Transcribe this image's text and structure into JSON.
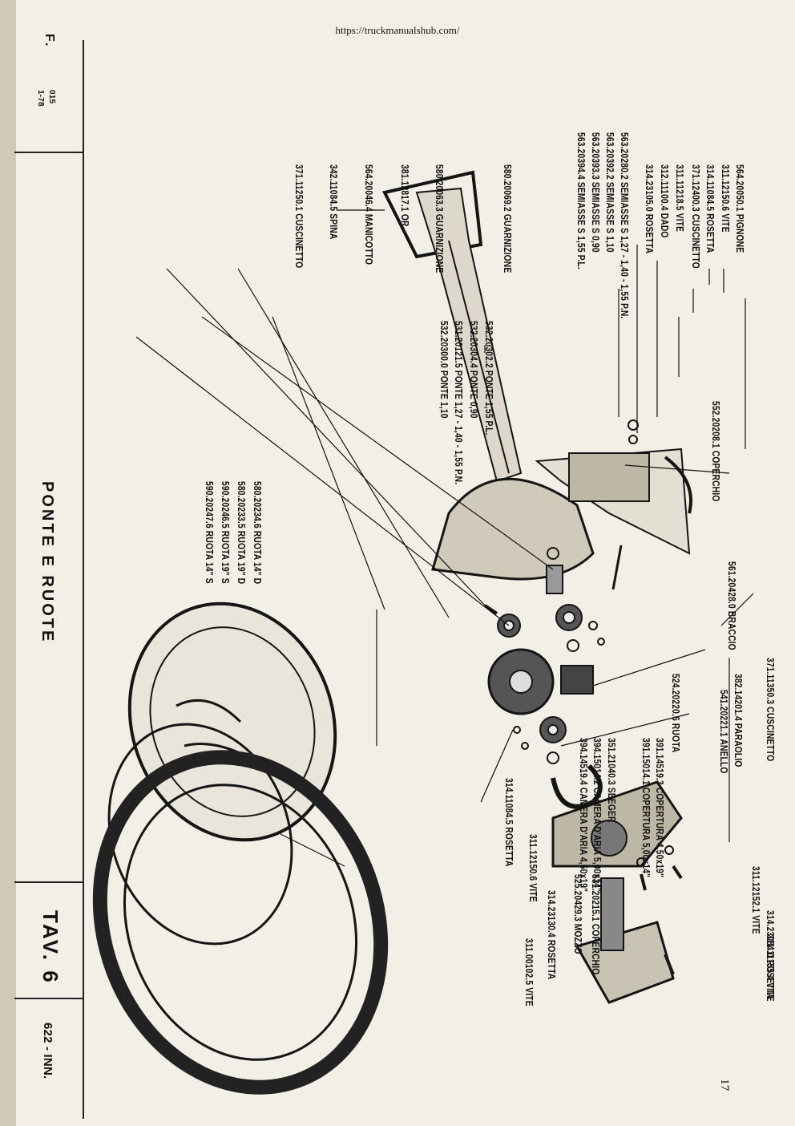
{
  "url": "https://truckmanualshub.com/",
  "page_number": "17",
  "title": "PONTE E RUOTE",
  "table": "TAV. 6",
  "model": "622 - INN.",
  "code_top": "015",
  "code_bottom": "1-78",
  "corner": "F.",
  "parts": [
    {
      "code": "564.20050.1",
      "name": "PIGNONE"
    },
    {
      "code": "311.12150.6",
      "name": "VITE"
    },
    {
      "code": "314.11084.5",
      "name": "ROSETTA"
    },
    {
      "code": "371.12400.3",
      "name": "CUSCINETTO"
    },
    {
      "code": "311.11218.5",
      "name": "VITE"
    },
    {
      "code": "312.11100.4",
      "name": "DADO"
    },
    {
      "code": "314.23105.0",
      "name": "ROSETTA"
    },
    {
      "code": "563.20280.2",
      "name": "SEMIASSE S 1,27 - 1,40 - 1,55 P.N."
    },
    {
      "code": "563.20392.2",
      "name": "SEMIASSE S 1,10"
    },
    {
      "code": "563.20393.3",
      "name": "SEMIASSE S 0,90"
    },
    {
      "code": "563.20394.4",
      "name": "SEMIASSE S 1,55 P.L."
    },
    {
      "code": "580.20069.2",
      "name": "GUARNIZIONE"
    },
    {
      "code": "532.20302.2",
      "name": "PONTE 1,55 P.L."
    },
    {
      "code": "532.20304.4",
      "name": "PONTE 0,90"
    },
    {
      "code": "531.20121.5",
      "name": "PONTE 1,27 - 1,40 - 1,55 P.N."
    },
    {
      "code": "532.20300.0",
      "name": "PONTE 1,10"
    },
    {
      "code": "580.20063.3",
      "name": "GUARNIZIONE"
    },
    {
      "code": "381.12817.1",
      "name": "OR"
    },
    {
      "code": "564.20046.4",
      "name": "MANICOTTO"
    },
    {
      "code": "342.11084.5",
      "name": "SPINA"
    },
    {
      "code": "371.11250.1",
      "name": "CUSCINETTO"
    },
    {
      "code": "552.20208.1",
      "name": "COPERCHIO"
    },
    {
      "code": "561.20428.0",
      "name": "BRACCIO"
    },
    {
      "code": "580.20234.6",
      "name": "RUOTA 14\" D"
    },
    {
      "code": "580.20233.5",
      "name": "RUOTA 19\" D"
    },
    {
      "code": "590.20246.5",
      "name": "RUOTA 19\" S"
    },
    {
      "code": "590.20247.6",
      "name": "RUOTA 14\" S"
    },
    {
      "code": "371.11350.3",
      "name": "CUSCINETTO"
    },
    {
      "code": "382.14201.4",
      "name": "PARAOLIO"
    },
    {
      "code": "541.20221.1",
      "name": "ANELLO"
    },
    {
      "code": "524.20220.6",
      "name": "RUOTA"
    },
    {
      "code": "391.14519.3",
      "name": "COPERTURA 4,50x19\""
    },
    {
      "code": "391.15014.1",
      "name": "COPERTURA 5,00x14\""
    },
    {
      "code": "351.21040.3",
      "name": "SEEGER"
    },
    {
      "code": "394.15014.2",
      "name": "CAMERA D'ARIA 5,00x14\""
    },
    {
      "code": "394.14519.4",
      "name": "CAMERA D'ARIA 4,50x19\""
    },
    {
      "code": "314.11084.5",
      "name": "ROSETTA"
    },
    {
      "code": "311.12150.6",
      "name": "VITE"
    },
    {
      "code": "314.23084.0",
      "name": "ROSETTA"
    },
    {
      "code": "311.11155.4",
      "name": "VITE"
    },
    {
      "code": "311.12152.1",
      "name": "VITE"
    },
    {
      "code": "531.20215.1",
      "name": "COPERCHIO"
    },
    {
      "code": "525.20429.3",
      "name": "MOZZO"
    },
    {
      "code": "314.23130.4",
      "name": "ROSETTA"
    },
    {
      "code": "311.00102.5",
      "name": "VITE"
    }
  ]
}
